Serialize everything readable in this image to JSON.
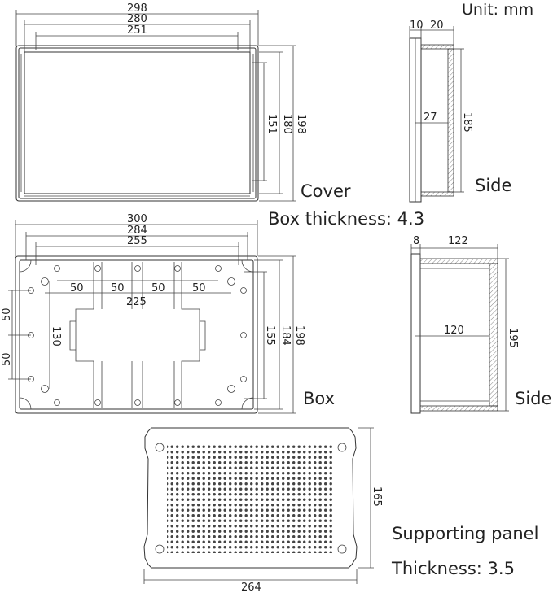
{
  "labels": {
    "unit": "Unit: mm",
    "cover": "Cover",
    "box_thickness": "Box thickness: 4.3",
    "cover_side": "Side",
    "box": "Box",
    "box_side": "Side",
    "panel": "Supporting panel",
    "panel_thickness": "Thickness: 3.5"
  },
  "cover_dims": {
    "w298": "298",
    "w280": "280",
    "w251": "251",
    "h151": "151",
    "h180": "180",
    "h198": "198"
  },
  "cover_side_dims": {
    "d10": "10",
    "d20": "20",
    "d27": "27",
    "h185": "185"
  },
  "box_dims": {
    "w300": "300",
    "w284": "284",
    "w255": "255",
    "s50a": "50",
    "s50b": "50",
    "s50c": "50",
    "s50d": "50",
    "w225": "225",
    "h130": "130",
    "l50a": "50",
    "l50b": "50",
    "h155": "155",
    "h184": "184",
    "h198": "198"
  },
  "box_side_dims": {
    "d8": "8",
    "d122": "122",
    "d120": "120",
    "h195": "195"
  },
  "panel_dims": {
    "w264": "264",
    "h165": "165"
  }
}
